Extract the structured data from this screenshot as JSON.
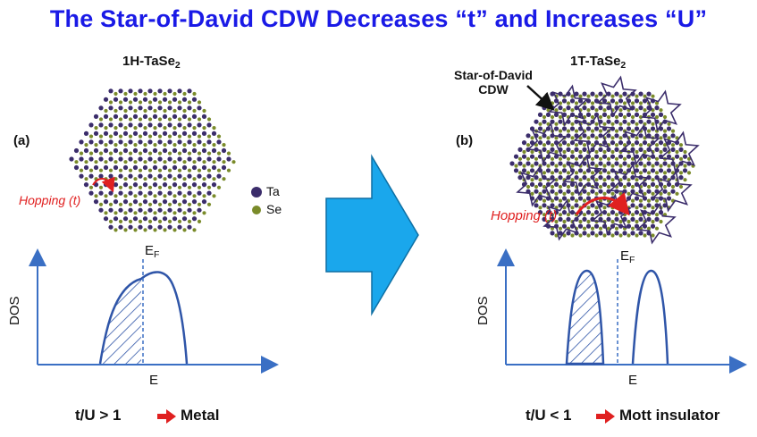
{
  "title": "The Star-of-David CDW Decreases “t” and Increases “U”",
  "left_panel": {
    "label": "(a)",
    "material_base": "1H-TaSe",
    "material_sub": "2",
    "hopping_label": "Hopping (t)",
    "legend": [
      {
        "name": "Ta",
        "color": "#3b2d6b"
      },
      {
        "name": "Se",
        "color": "#7a8b2a"
      }
    ],
    "dos_ylabel": "DOS",
    "dos_xlabel": "E",
    "fermi_base": "E",
    "fermi_sub": "F",
    "conclusion_prefix": "t/U > 1",
    "conclusion_result": "Metal"
  },
  "right_panel": {
    "label": "(b)",
    "material_base": "1T-TaSe",
    "material_sub": "2",
    "cdw_label_line1": "Star-of-David",
    "cdw_label_line2": "CDW",
    "hopping_label": "Hopping (t)",
    "dos_ylabel": "DOS",
    "dos_xlabel": "E",
    "fermi_base": "E",
    "fermi_sub": "F",
    "conclusion_prefix": "t/U < 1",
    "conclusion_result": "Mott insulator"
  },
  "colors": {
    "title": "#1a1ae6",
    "big_arrow": "#1aa7ec",
    "axis": "#3a6fc4",
    "curve": "#2f55a8",
    "hop_arrow": "#e02020",
    "ta_atom": "#3b2d6b",
    "se_atom": "#7a8b2a"
  }
}
